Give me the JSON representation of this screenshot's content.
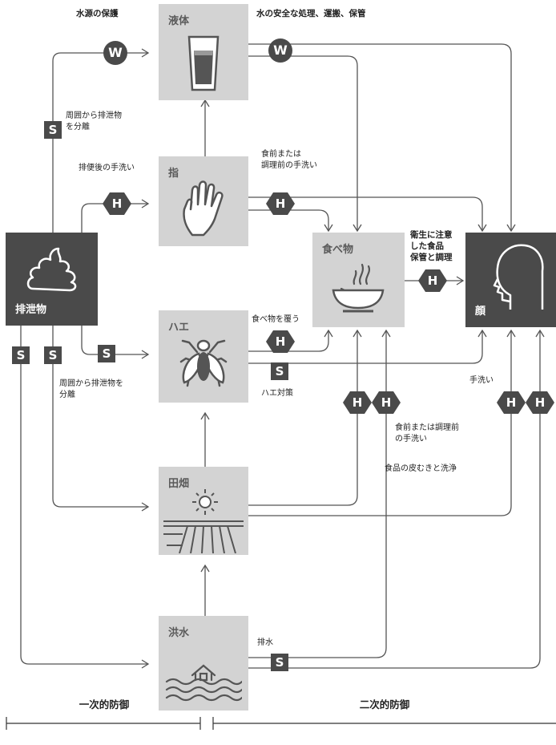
{
  "nodes": {
    "liquid": "液体",
    "fingers": "指",
    "flies": "ハエ",
    "fields": "田畑",
    "floods": "洪水",
    "food": "食べ物",
    "face": "顔",
    "excreta": "排泄物"
  },
  "labels": {
    "protect_source": "水源の保護",
    "safe_water": "水の安全な処理、運搬、保管",
    "separate1": "周囲から排泄物\nを分離",
    "handwash_after": "排便後の手洗い",
    "handwash_before": "食前または\n調理前の手洗い",
    "hygienic_food": "衛生に注意\nした食品\n保管と調理",
    "cover_food": "食べ物を覆う",
    "fly_control": "ハエ対策",
    "separate2": "周囲から排泄物を\n分離",
    "handwash_face": "手洗い",
    "handwash_before2": "食前または調理前\nの手洗い",
    "peel_wash": "食品の皮むきと洗浄",
    "drainage": "排水"
  },
  "badges": {
    "W": "W",
    "S": "S",
    "H": "H"
  },
  "footer": {
    "primary": "一次的防御",
    "secondary": "二次的防御"
  },
  "colors": {
    "box": "#d3d3d3",
    "dark": "#4a4a4a",
    "line": "#555555"
  }
}
